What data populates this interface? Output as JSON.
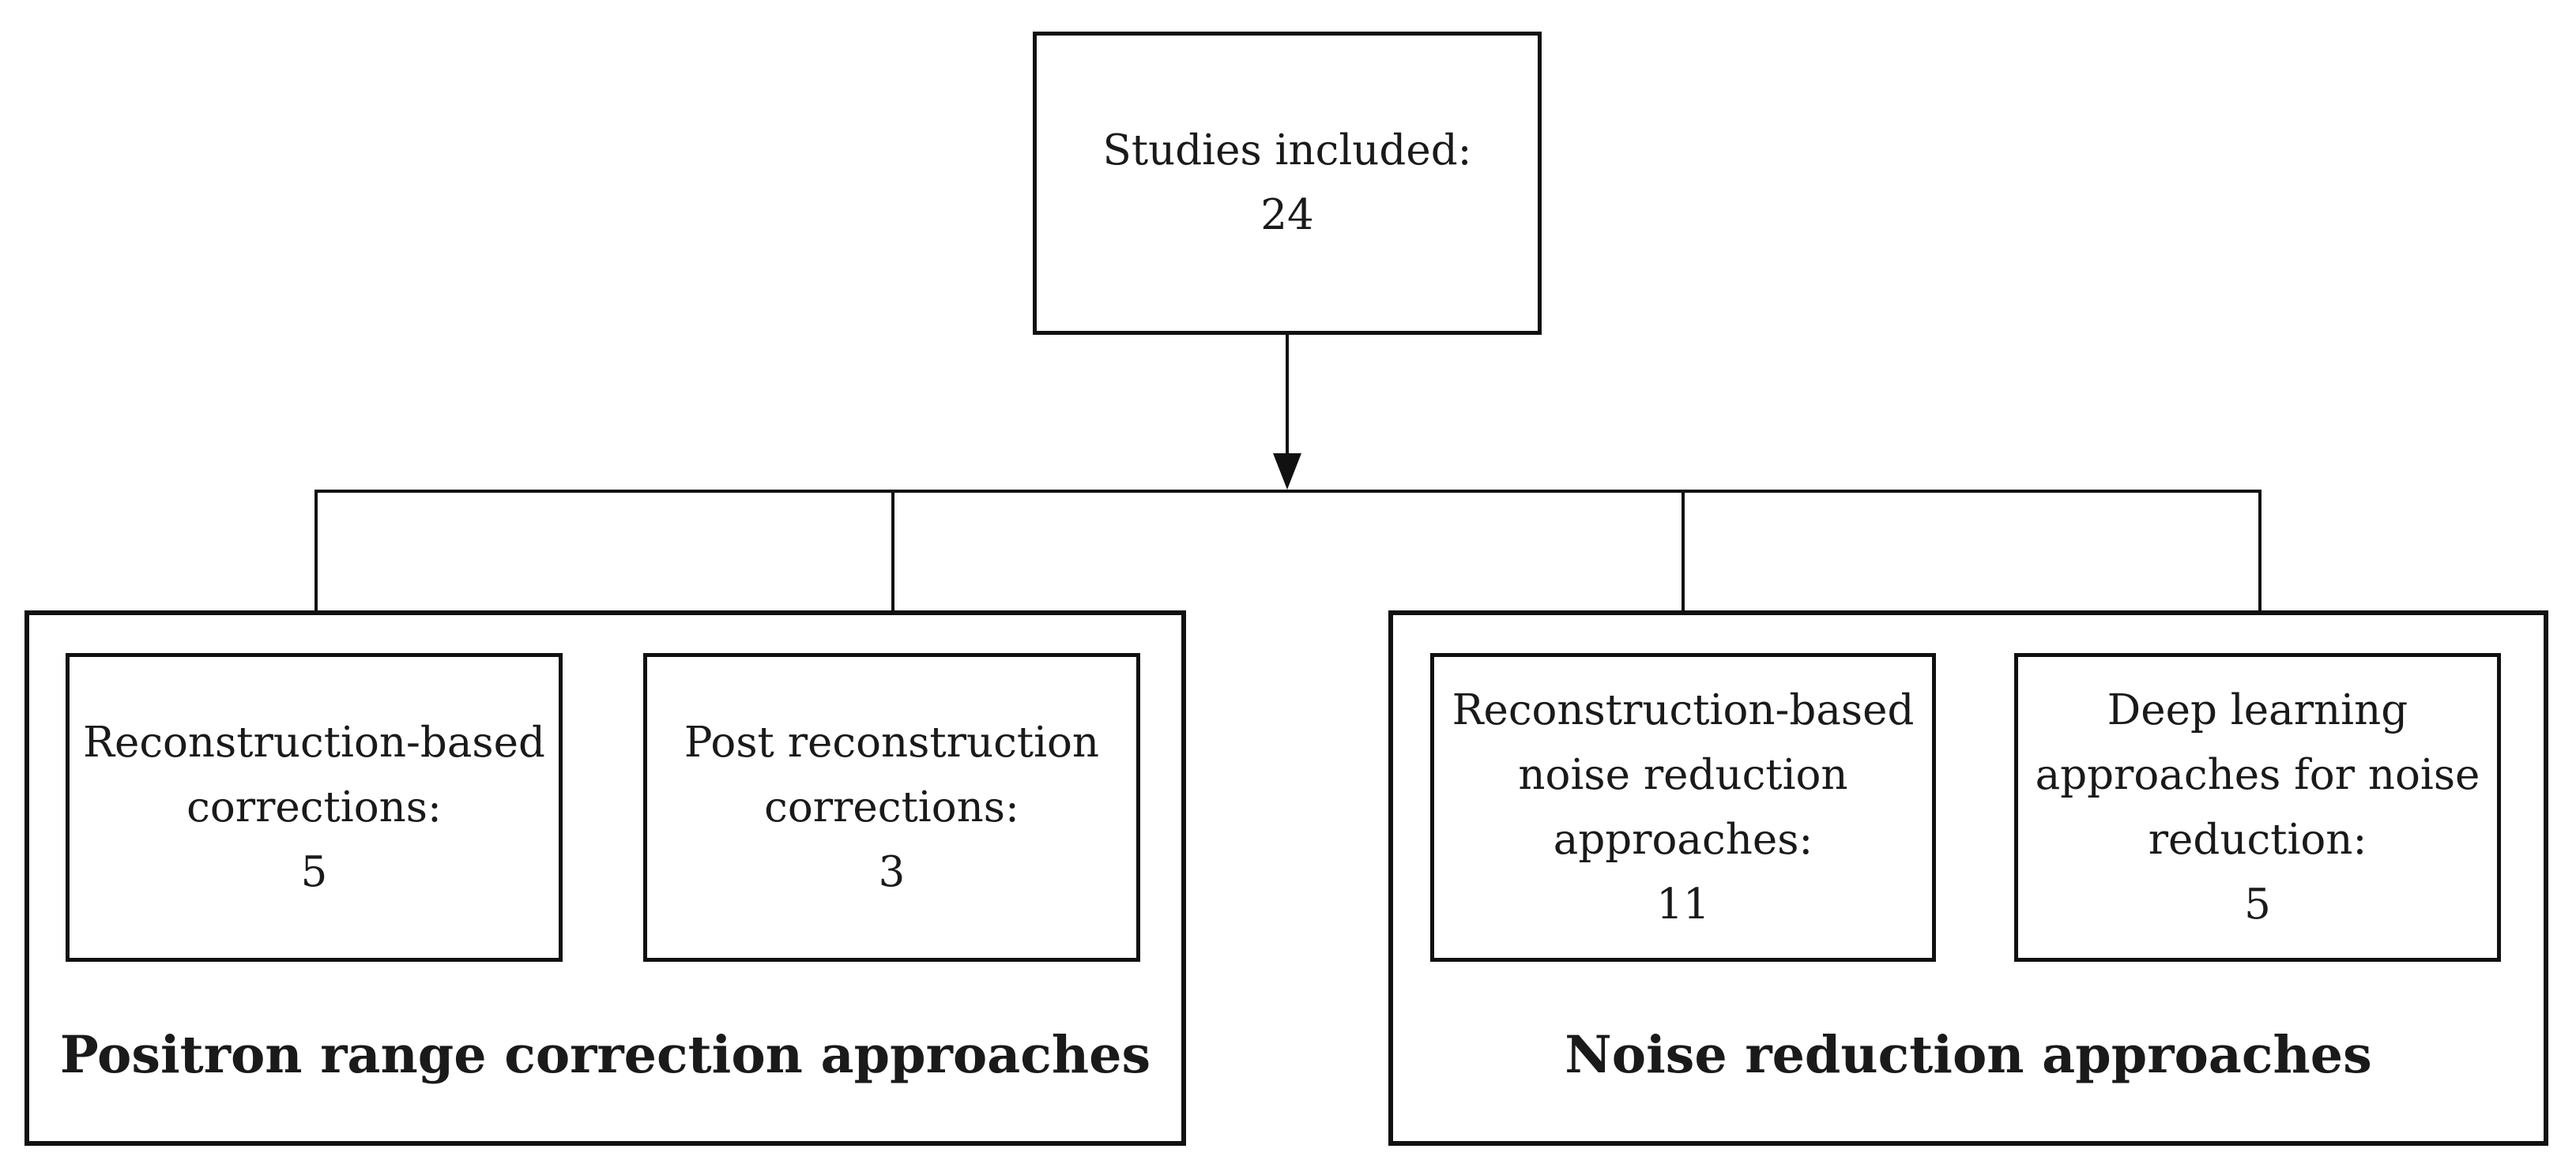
{
  "flowchart": {
    "root": {
      "lines": [
        "Studies included:"
      ],
      "count": "24"
    },
    "groups": [
      {
        "label": "Positron range correction approaches",
        "nodes": [
          {
            "lines": [
              "Reconstruction-based",
              "corrections:"
            ],
            "count": "5"
          },
          {
            "lines": [
              "Post reconstruction",
              "corrections:"
            ],
            "count": "3"
          }
        ]
      },
      {
        "label": "Noise reduction approaches",
        "nodes": [
          {
            "lines": [
              "Reconstruction-based",
              "noise reduction",
              "approaches:"
            ],
            "count": "11"
          },
          {
            "lines": [
              "Deep learning",
              "approaches for noise",
              "reduction:"
            ],
            "count": "5"
          }
        ]
      }
    ],
    "colors": {
      "line": "#111111",
      "background": "#ffffff",
      "text": "#1a1a1a"
    }
  }
}
